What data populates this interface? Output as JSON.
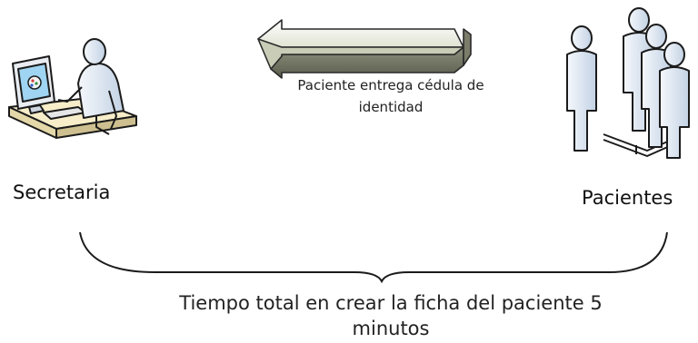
{
  "diagram": {
    "actor_left": {
      "label": "Secretaria",
      "icon": "secretary-at-computer-icon"
    },
    "actor_right": {
      "label": "Pacientes",
      "icon": "patients-queue-icon"
    },
    "flow": {
      "direction": "right-to-left",
      "caption_line1": "Paciente entrega cédula de",
      "caption_line2": "identidad",
      "icon": "left-arrow-icon"
    },
    "summary": {
      "line1": "Tiempo total en crear la ficha del paciente 5",
      "line2": "minutos",
      "icon": "bottom-brace-icon"
    },
    "colors": {
      "figure_fill": "#dde6f1",
      "figure_stroke": "#1b1b1b",
      "desk_fill": "#f7edc9",
      "monitor_screen": "#9fd4f2",
      "arrow_light": "#e4e7d6",
      "arrow_dark": "#6f7160"
    }
  }
}
